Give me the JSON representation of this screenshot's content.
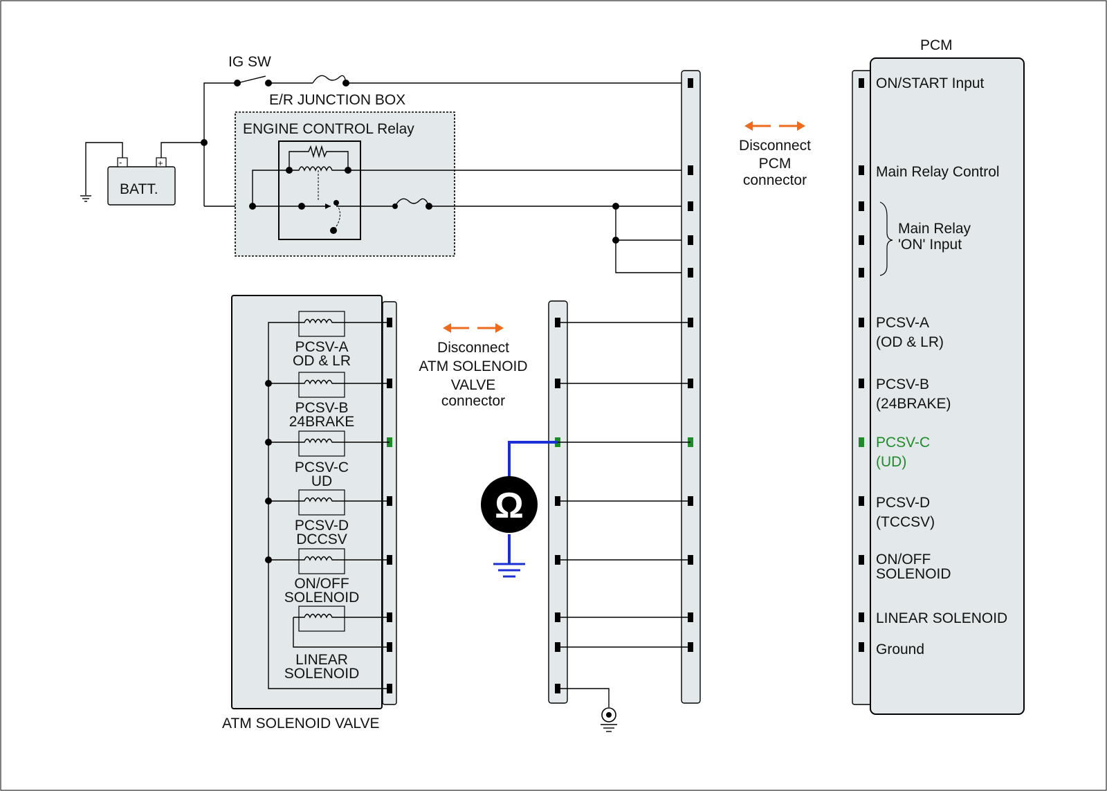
{
  "colors": {
    "panel_fill": "#e3e9ea",
    "highlight_green": "#1f8a2a",
    "meter_wire_blue": "#1a2fd4",
    "arrow_orange": "#ee6a1c"
  },
  "labels": {
    "ig_sw": "IG SW",
    "junction_box": "E/R JUNCTION BOX",
    "relay": "ENGINE CONTROL Relay",
    "battery": "BATT.",
    "battery_neg": "-",
    "battery_pos": "+",
    "pcm": "PCM",
    "atm_valve": "ATM SOLENOID VALVE",
    "disconnect_pcm": [
      "Disconnect",
      "PCM",
      "connector"
    ],
    "disconnect_atm": [
      "Disconnect",
      "ATM SOLENOID",
      "VALVE",
      "connector"
    ],
    "ohm_symbol": "Ω"
  },
  "pcm_pins": [
    [
      "ON/START Input"
    ],
    [
      "Main Relay Control"
    ],
    [
      "Main Relay",
      "'ON' Input"
    ],
    [
      "PCSV-A",
      "(OD & LR)"
    ],
    [
      "PCSV-B",
      "(24BRAKE)"
    ],
    [
      "PCSV-C",
      "(UD)"
    ],
    [
      "PCSV-D",
      "(TCCSV)"
    ],
    [
      "ON/OFF",
      "SOLENOID"
    ],
    [
      "LINEAR SOLENOID"
    ],
    [
      "Ground"
    ]
  ],
  "solenoids": [
    [
      "PCSV-A",
      "OD & LR"
    ],
    [
      "PCSV-B",
      "24BRAKE"
    ],
    [
      "PCSV-C",
      "UD"
    ],
    [
      "PCSV-D",
      "DCCSV"
    ],
    [
      "ON/OFF",
      "SOLENOID"
    ],
    [
      "LINEAR",
      "SOLENOID"
    ]
  ],
  "icons": [
    "battery-icon",
    "ground-icon",
    "ohmmeter-icon",
    "fuse-icon",
    "relay-coil-icon",
    "switch-icon"
  ]
}
